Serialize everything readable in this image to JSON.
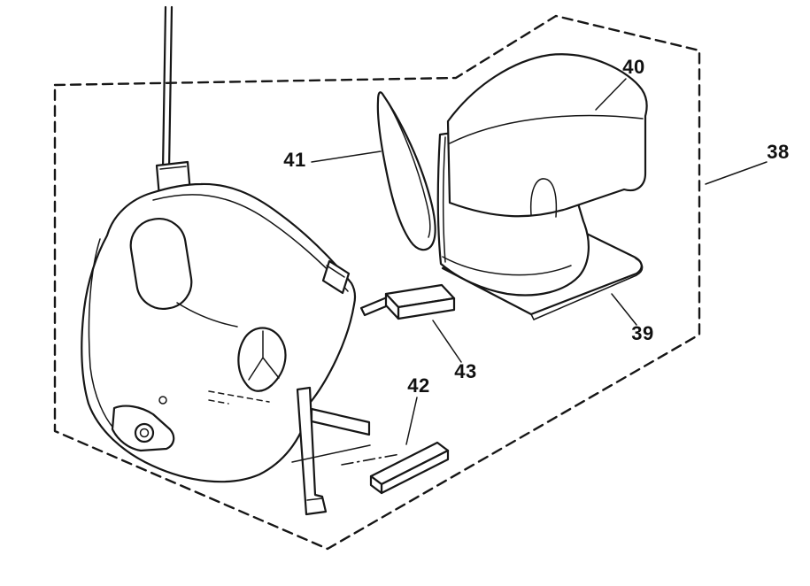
{
  "figure": {
    "background_color": "#ffffff",
    "line_color": "#161616",
    "labels": [
      {
        "text": "38"
      },
      {
        "text": "39"
      },
      {
        "text": "40"
      },
      {
        "text": "41"
      },
      {
        "text": "42"
      },
      {
        "text": "43"
      }
    ]
  }
}
